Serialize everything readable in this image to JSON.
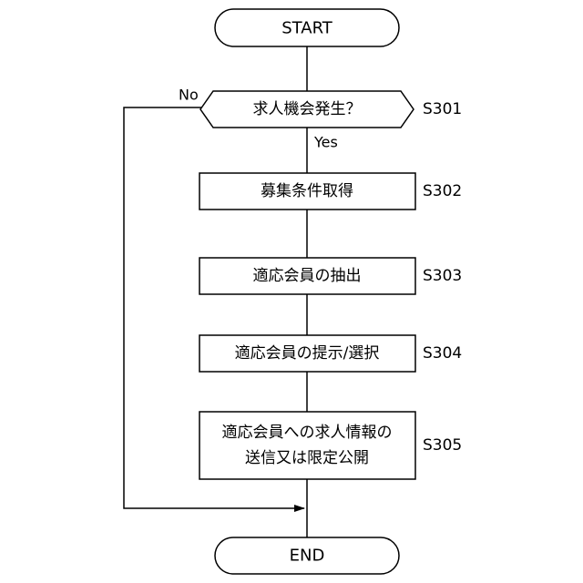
{
  "flowchart": {
    "start_label": "START",
    "end_label": "END",
    "decision": {
      "label": "求人機会発生？",
      "step_id": "S301",
      "yes_label": "Yes",
      "no_label": "No"
    },
    "steps": [
      {
        "id": "S302",
        "lines": [
          "募集条件取得"
        ]
      },
      {
        "id": "S303",
        "lines": [
          "適応会員の抽出"
        ]
      },
      {
        "id": "S304",
        "lines": [
          "適応会員の提示/選択"
        ]
      },
      {
        "id": "S305",
        "lines": [
          "適応会員への求人情報の",
          "送信又は限定公開"
        ]
      }
    ]
  }
}
